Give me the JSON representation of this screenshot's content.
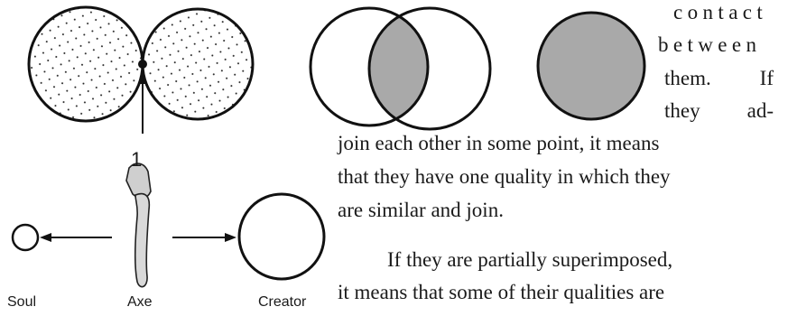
{
  "figure": {
    "touch_point_label": "1",
    "captions": {
      "soul": "Soul",
      "axe": "Axe",
      "creator": "Creator"
    },
    "colors": {
      "stroke": "#111111",
      "overlap_fill": "#a9a9a9",
      "stipple": "#222222",
      "axe_head": "#cfcfcf",
      "axe_handle": "#d9d9d9"
    },
    "icons": [
      "tangent-circles",
      "overlapping-circles",
      "filled-circle",
      "small-circle",
      "axe-icon",
      "large-circle",
      "arrow-left",
      "arrow-right",
      "arrow-up"
    ]
  },
  "text": {
    "wrap1": "contact",
    "wrap2": "between",
    "wrap3_a": "them.",
    "wrap3_b": "If",
    "wrap4_a": "they",
    "wrap4_b": "ad-",
    "line1": "join each other in some point, it means",
    "line2": "that they have one quality in which they",
    "line3": "are similar and join.",
    "line4": "If they are partially superimposed,",
    "line5": "it means that some of their qualities are"
  }
}
